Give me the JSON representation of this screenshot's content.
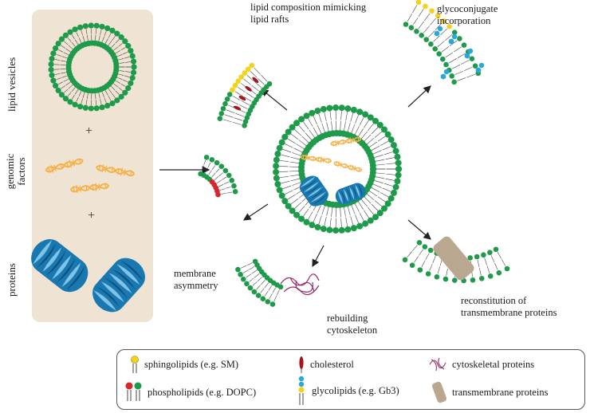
{
  "left_panel": {
    "labels": {
      "lipid_vesicles": "lipid vesicles",
      "genomic_factors": "genomic factors",
      "proteins": "proteins"
    },
    "plus_sign": "+"
  },
  "annotations": {
    "lipid_rafts": "lipid composition mimicking lipid rafts",
    "glycoconjugate": "glycoconjugate incorporation",
    "membrane_asymmetry": "membrane asymmetry",
    "cytoskeleton": "rebuilding cytoskeleton",
    "transmembrane": "reconstitution of transmembrane proteins"
  },
  "legend": {
    "sphingolipids": "sphingolipids (e.g. SM)",
    "phospholipids": "phospholipids (e.g. DOPC)",
    "cholesterol": "cholesterol",
    "glycolipids": "glycolipids (e.g. Gb3)",
    "cytoskeletal": "cytoskeletal proteins",
    "transmembrane": "transmembrane proteins"
  },
  "colors": {
    "panel_bg": "#efe4d3",
    "headgroup_green": "#1f9a4a",
    "sphingolipid_yellow": "#f2d21b",
    "phospholipid_red": "#d8262b",
    "cholesterol_red": "#a3141c",
    "glycan_blue": "#29a8de",
    "dna_orange": "#f6b24a",
    "protein_blue": "#1a78b0",
    "cytoskeleton_purple": "#9b2a6a",
    "transmembrane_tan": "#b9a88f"
  }
}
